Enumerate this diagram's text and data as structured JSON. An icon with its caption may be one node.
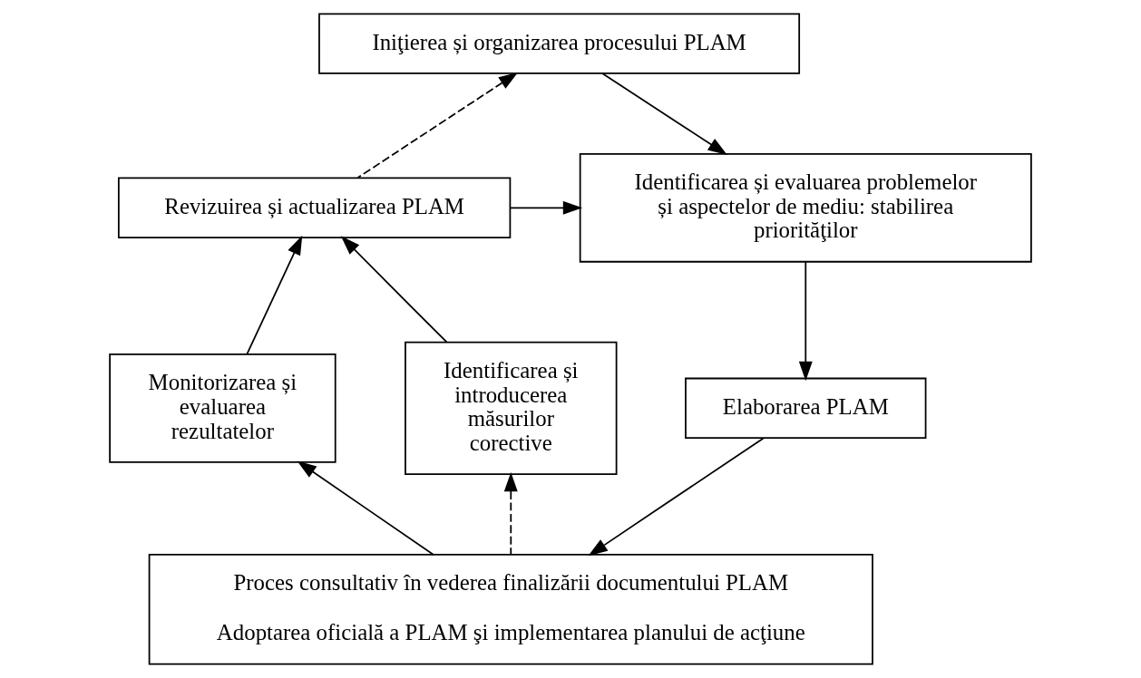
{
  "diagram": {
    "nodes": [
      {
        "text": [
          "Iniţierea și organizarea procesului PLAM"
        ]
      },
      {
        "text": [
          "Revizuirea și actualizarea PLAM"
        ]
      },
      {
        "text": [
          "Identificarea și evaluarea problemelor și aspectelor de mediu: stabilirea priorităţilor"
        ]
      },
      {
        "text": [
          "Monitorizarea și evaluarea rezultatelor"
        ]
      },
      {
        "text": [
          "Identificarea și introducerea măsurilor corective"
        ]
      },
      {
        "text": [
          "Elaborarea PLAM"
        ]
      },
      {
        "text": [
          "Proces consultativ în vederea finalizării documentului PLAM",
          "Adoptarea oficială a PLAM şi implementarea planului de acţiune"
        ]
      }
    ],
    "edges": [
      {
        "from": 1,
        "to": 0,
        "arrow": "to",
        "style": "dashed"
      },
      {
        "from": 0,
        "to": 2,
        "arrow": "to"
      },
      {
        "from": 1,
        "to": 2,
        "arrow": "to"
      },
      {
        "from": 2,
        "to": 5,
        "arrow": "to"
      },
      {
        "from": 5,
        "to": 6,
        "arrow": "to"
      },
      {
        "from": 6,
        "to": 3,
        "arrow": "to"
      },
      {
        "from": 6,
        "to": 4,
        "arrow": "to",
        "style": "dashed"
      },
      {
        "from": 3,
        "to": 1,
        "arrow": "to"
      },
      {
        "from": 4,
        "to": 1,
        "arrow": "to"
      }
    ]
  }
}
